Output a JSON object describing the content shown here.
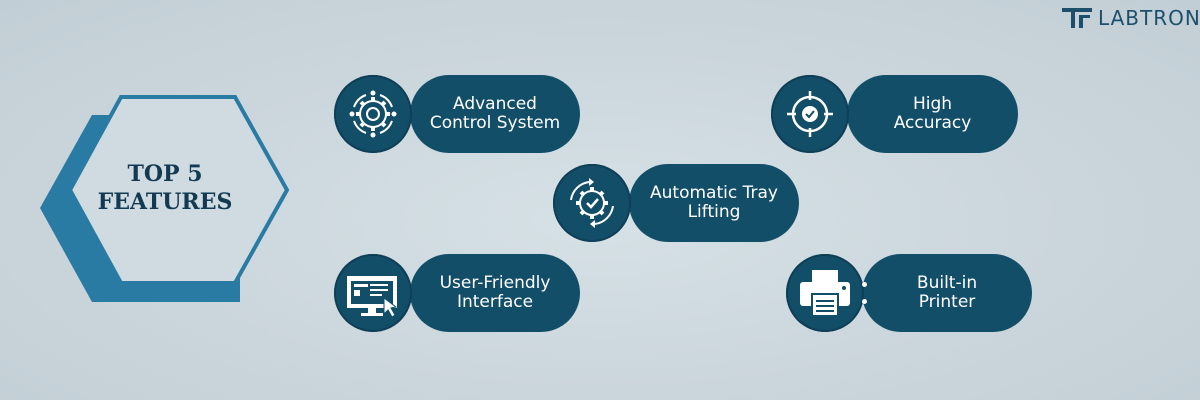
{
  "brand": {
    "name": "LABTRON"
  },
  "heading": {
    "line1": "TOP 5",
    "line2": "FEATURES"
  },
  "colors": {
    "dark_teal": "#134e69",
    "hex_blue": "#2a7ba4",
    "title_text": "#123a52",
    "background": "#cbd6dc"
  },
  "features": [
    {
      "icon": "gear-cycle-icon",
      "line1": "Advanced",
      "line2": "Control System"
    },
    {
      "icon": "target-check-icon",
      "line1": "High",
      "line2": "Accuracy"
    },
    {
      "icon": "gear-check-cycle-icon",
      "line1": "Automatic Tray",
      "line2": "Lifting"
    },
    {
      "icon": "computer-screen-icon",
      "line1": "User-Friendly",
      "line2": "Interface"
    },
    {
      "icon": "printer-icon",
      "line1": "Built-in",
      "line2": "Printer"
    }
  ]
}
